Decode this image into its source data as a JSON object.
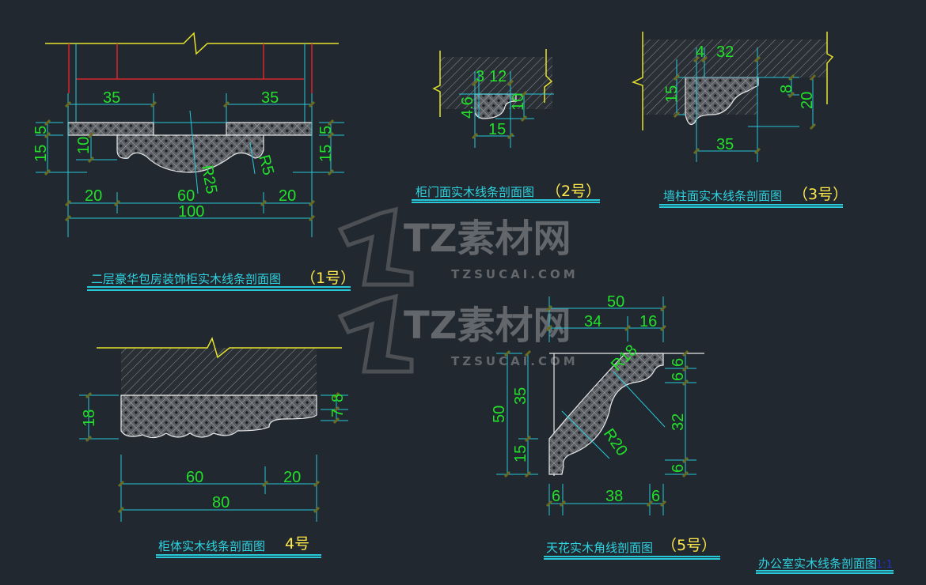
{
  "drawing1": {
    "title": "二层豪华包房装饰柜实木线条剖面图",
    "number": "（1号）",
    "dims": {
      "a": "35",
      "b": "35",
      "c": "5",
      "d": "15",
      "e": "10",
      "f": "5",
      "g": "15",
      "h": "20",
      "i": "60",
      "j": "20",
      "k": "100",
      "r1": "R25",
      "r2": "R5"
    }
  },
  "drawing2": {
    "title": "柜门面实木线条剖面图",
    "number": "（2号）",
    "dims": {
      "a": "3",
      "b": "12",
      "c": "4.6",
      "d": "10",
      "e": "15"
    }
  },
  "drawing3": {
    "title": "墙柱面实木线条剖面图",
    "number": "（3号）",
    "dims": {
      "a": "4",
      "b": "32",
      "c": "15",
      "d": "8",
      "e": "20",
      "f": "35"
    }
  },
  "drawing4": {
    "title": "柜体实木线条剖面图",
    "number": "4号",
    "dims": {
      "a": "18",
      "b": "7",
      "c": "8",
      "d": "60",
      "e": "20",
      "f": "80"
    }
  },
  "drawing5": {
    "title": "天花实木角线剖面图",
    "number": "（5号）",
    "dims": {
      "a": "50",
      "b": "34",
      "c": "16",
      "d": "50",
      "e": "35",
      "f": "15",
      "g": "6",
      "h": "6",
      "i": "32",
      "j": "6",
      "k": "6",
      "l": "38",
      "m": "6",
      "r1": "R18",
      "r2": "R20"
    }
  },
  "sheet": {
    "title": "办公室实木线条剖面图",
    "scale": "1:1"
  },
  "watermark": {
    "brand": "TZ素材网",
    "url": "TZSUCAI.COM"
  },
  "colors": {
    "background": "#212830",
    "dimension": "#22e02a",
    "title": "#2ed3e0",
    "number": "#ffe94a"
  }
}
